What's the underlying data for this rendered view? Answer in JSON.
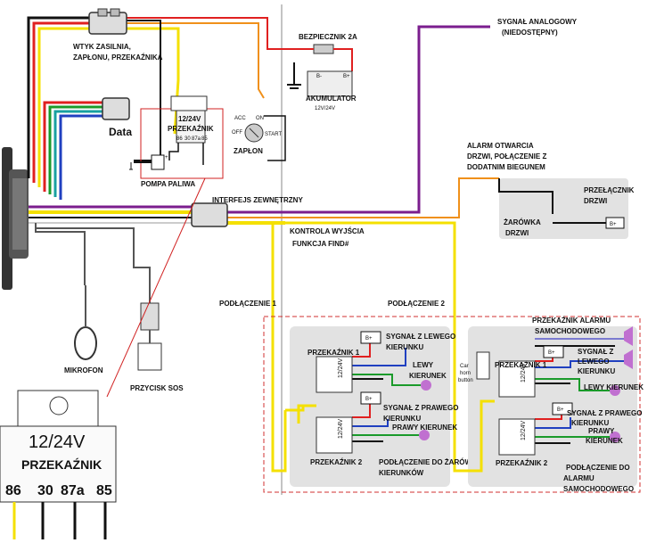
{
  "labels": {
    "wtyk": [
      "WTYK ZASILNIA,",
      "ZAPŁONU, PRZEKAŹNIKA"
    ],
    "data": "Data",
    "relay_small_voltage": "12/24V",
    "relay_small_name": "PRZEKAŹNIK",
    "relay_small_pins": [
      "86",
      "30",
      "87a",
      "85"
    ],
    "pompa": "POMPA PALIWA",
    "zaplon": "ZAPŁON",
    "ign_acc": "ACC",
    "ign_on": "ON",
    "ign_off": "OFF",
    "ign_start": "START",
    "bezpiecznik": "BEZPIECZNIK 2A",
    "akumulator": "AKUMULATOR",
    "akumulator_v": "12V/24V",
    "bat_minus": "B-",
    "bat_plus": "B+",
    "sygnal_analog": [
      "SYGNAŁ ANALOGOWY",
      "(NIEDOSTĘPNY)"
    ],
    "alarm_drzwi": [
      "ALARM OTWARCIA",
      "DRZWI, POŁĄCZENIE Z",
      "DODATNIM BIEGUNEM"
    ],
    "przelacznik_drzwi": [
      "PRZEŁĄCZNIK",
      "DRZWI"
    ],
    "zarowka_drzwi": [
      "ŻARÓWKA",
      "DRZWI"
    ],
    "b_plus": "B+",
    "interfejs": "INTERFEJS ZEWNĘTRZNY",
    "kontrola": "KONTROLA WYJŚCIA",
    "funkcja": "FUNKCJA FIND#",
    "podlaczenie1": "PODŁĄCZENIE 1",
    "podlaczenie2": "PODŁĄCZENIE 2",
    "mikrofon": "MIKROFON",
    "przycisk_sos": "PRZYCISK SOS",
    "relay_big_voltage": "12/24V",
    "relay_big_name": "PRZEKAŹNIK",
    "relay_big_pins": [
      "86",
      "30",
      "87a",
      "85"
    ],
    "box1": {
      "relay1": "PRZEKAŹNIK 1",
      "relay2": "PRZEKAŹNIK 2",
      "sig_left": [
        "SYGNAŁ Z LEWEGO",
        "KIERUNKU"
      ],
      "left_turn": [
        "LEWY",
        "KIERUNEK"
      ],
      "sig_right": [
        "SYGNAŁ Z PRAWEGO",
        "KIERUNKU"
      ],
      "right_turn": "PRAWY KIERUNEK",
      "connect": [
        "PODŁĄCZENIE DO ŻARÓWEK",
        "KIERUNKÓW"
      ],
      "relay_v": "12/24V"
    },
    "box2": {
      "alarm_relay": [
        "PRZEKAŹNIK ALARMU",
        "SAMOCHODOWEGO"
      ],
      "relay1": "PRZEKAŹNIK 1",
      "relay2": "PRZEKAŹNIK 2",
      "sig_left": [
        "SYGNAŁ Z",
        "LEWEGO",
        "KIERUNKU"
      ],
      "left_turn": "LEWY KIERUNEK",
      "sig_right": [
        "SYGNAŁ Z PRAWEGO",
        "KIERUNKU"
      ],
      "right_turn": [
        "PRAWY",
        "KIERUNEK"
      ],
      "connect": [
        "PODŁĄCZENIE DO",
        "ALARMU",
        "SAMOCHODOWEGO"
      ],
      "horn": [
        "Car",
        "horn",
        "button"
      ],
      "relay_v": "12/24V"
    }
  },
  "colors": {
    "yellow": "#f4e000",
    "purple": "#7b1e8e",
    "orange": "#f0901a",
    "red": "#e02020",
    "black": "#111111",
    "green": "#1a9a2a",
    "blue": "#2040c0",
    "white_wire": "#ffffff",
    "teal": "#18a0a0",
    "gray_box": "#e2e2e2",
    "bulb": "#c070d0"
  }
}
